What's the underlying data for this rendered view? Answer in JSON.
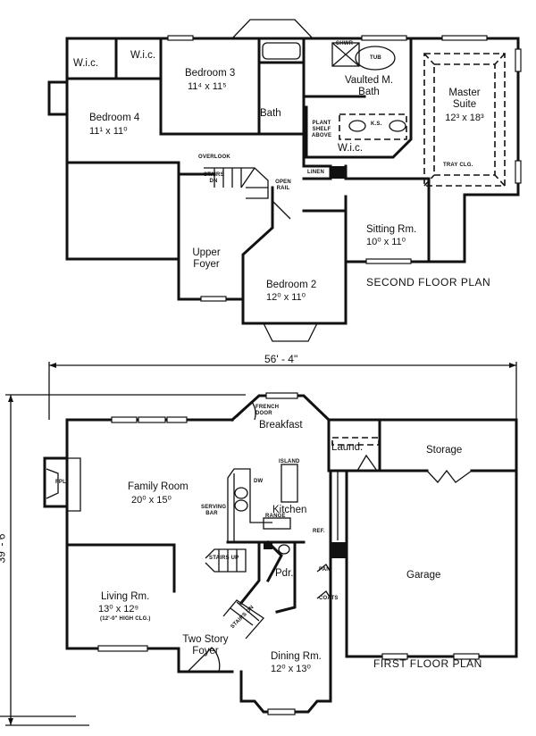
{
  "second_floor": {
    "title": "SECOND FLOOR PLAN",
    "rooms": {
      "wic_left": {
        "name": "W.i.c."
      },
      "wic_middle": {
        "name": "W.i.c."
      },
      "bedroom3": {
        "name": "Bedroom 3",
        "size": "11⁴ x 11⁵"
      },
      "bedroom4": {
        "name": "Bedroom 4",
        "size": "11¹ x 11⁰"
      },
      "bath": {
        "name": "Bath"
      },
      "master_bath": {
        "name": "Vaulted M. Bath"
      },
      "master_wic": {
        "name": "W.i.c."
      },
      "master_suite": {
        "name": "Master Suite",
        "size": "12³ x 18³"
      },
      "sitting_room": {
        "name": "Sitting Rm.",
        "size": "10⁰ x 11⁰"
      },
      "upper_foyer": {
        "name": "Upper Foyer"
      },
      "bedroom2": {
        "name": "Bedroom 2",
        "size": "12⁰ x 11⁰"
      }
    },
    "notes": {
      "overlook": "OVERLOOK",
      "stairs_dn": "STAIRS DN",
      "open_rail": "OPEN RAIL",
      "linen": "LINEN",
      "shower": "SHWR",
      "tub": "TUB",
      "plant_shelf": "PLANT SHELF ABOVE",
      "ks": "K.S.",
      "tray_clg": "TRAY CLG."
    }
  },
  "first_floor": {
    "title": "FIRST FLOOR PLAN",
    "overall_width": "56' - 4\"",
    "overall_depth": "39' - 6\"",
    "rooms": {
      "breakfast": {
        "name": "Breakfast"
      },
      "family_room": {
        "name": "Family Room",
        "size": "20⁰ x 15⁰"
      },
      "kitchen": {
        "name": "Kitchen"
      },
      "laundry": {
        "name": "Laund."
      },
      "storage": {
        "name": "Storage"
      },
      "garage": {
        "name": "Garage"
      },
      "living_room": {
        "name": "Living Rm.",
        "size": "13⁰ x 12⁹",
        "note": "(12'-0\" HIGH CLG.)"
      },
      "powder": {
        "name": "Pdr."
      },
      "two_story_foyer": {
        "name": "Two Story Foyer"
      },
      "dining_room": {
        "name": "Dining Rm.",
        "size": "12⁰ x 13⁰"
      }
    },
    "notes": {
      "french_door": "FRENCH DOOR",
      "fpl": "FPL",
      "island": "ISLAND",
      "dw": "DW",
      "serving_bar": "SERVING BAR",
      "range": "RANGE",
      "ref": "REF.",
      "pan": "PAN",
      "coats": "COATS",
      "stairs_up": "STAIRS UP",
      "stairs_dn": "STAIRS DN"
    }
  }
}
